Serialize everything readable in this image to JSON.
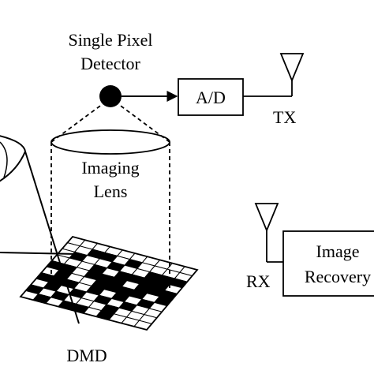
{
  "labels": {
    "detector_line1": "Single Pixel",
    "detector_line2": "Detector",
    "adc": "A/D",
    "tx": "TX",
    "lens_line1": "Imaging",
    "lens_line2": "Lens",
    "recovery_line1": "Image",
    "recovery_line2": "Recovery",
    "rx": "RX",
    "dmd": "DMD"
  },
  "dmd_pattern": [
    [
      0,
      0,
      0,
      0,
      0,
      0,
      0,
      0,
      0,
      0
    ],
    [
      0,
      0,
      1,
      1,
      0,
      1,
      0,
      0,
      0,
      0
    ],
    [
      0,
      1,
      0,
      0,
      1,
      0,
      0,
      1,
      1,
      1
    ],
    [
      0,
      0,
      0,
      1,
      0,
      1,
      1,
      1,
      1,
      0
    ],
    [
      1,
      1,
      0,
      1,
      1,
      1,
      0,
      1,
      1,
      1
    ],
    [
      0,
      1,
      0,
      0,
      1,
      1,
      1,
      1,
      0,
      1
    ],
    [
      1,
      1,
      1,
      0,
      1,
      0,
      1,
      0,
      1,
      0
    ],
    [
      0,
      1,
      0,
      1,
      0,
      1,
      0,
      1,
      0,
      0
    ],
    [
      1,
      0,
      1,
      0,
      0,
      0,
      1,
      0,
      0,
      0
    ],
    [
      0,
      1,
      0,
      1,
      1,
      0,
      1,
      0,
      0,
      0
    ]
  ]
}
